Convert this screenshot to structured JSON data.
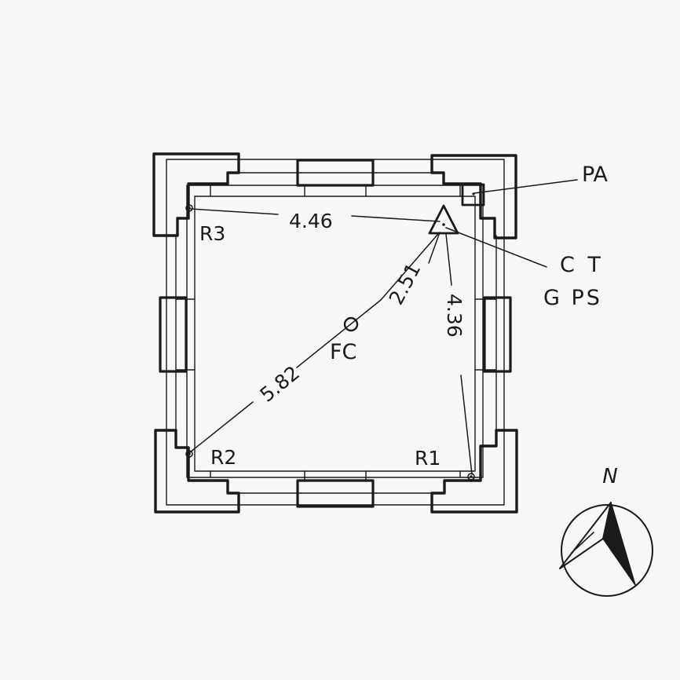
{
  "labels": {
    "pa": "PA",
    "r3": "R3",
    "r2": "R2",
    "r1": "R1",
    "ct": "C T",
    "gps": "G PS",
    "fc": "FC",
    "north": "N"
  },
  "distances": {
    "r3_to_ct": "4.46",
    "r2_to_ct": "5.82",
    "fc_to_ct": "2.51",
    "r1_to_ct": "4.36"
  },
  "icons": {
    "compass": "north-arrow-compass",
    "station": "triangle-station-marker",
    "reference": "circle-reference-point",
    "centre": "circle-centre-marker"
  }
}
